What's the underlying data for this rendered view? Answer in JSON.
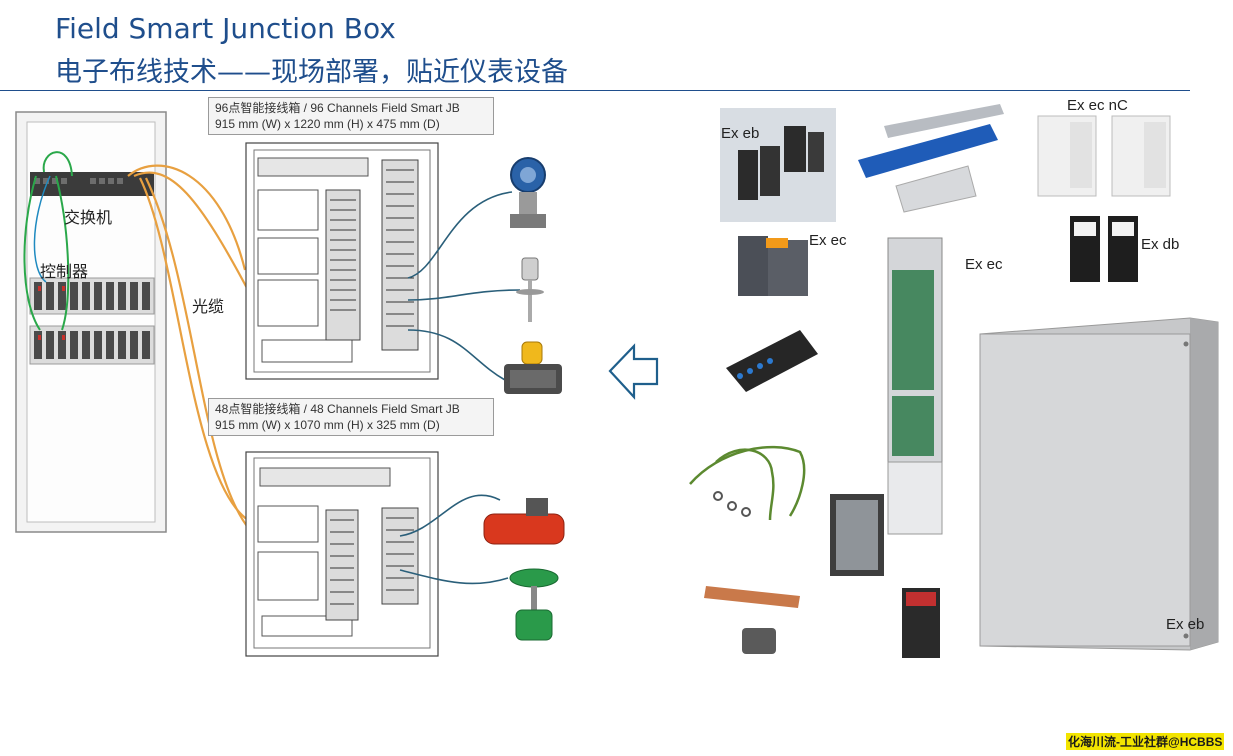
{
  "header": {
    "title_en": "Field Smart Junction Box",
    "title_zh": "电子布线技术——现场部署，贴近仪表设备"
  },
  "cabinet": {
    "switch_label": "交换机",
    "controller_label": "控制器"
  },
  "cable_label": "光缆",
  "jb96": {
    "line1": "96点智能接线箱 / 96 Channels Field Smart JB",
    "line2": "915 mm (W) x 1220 mm (H) x 475 mm (D)"
  },
  "jb48": {
    "line1": "48点智能接线箱 / 48 Channels Field Smart JB",
    "line2": "915 mm (W) x 1070 mm (H) x 325 mm (D)"
  },
  "components": {
    "ex_eb_terminal": "Ex eb",
    "ex_ec_nc": "Ex ec nC",
    "ex_ec_module": "Ex ec",
    "ex_ec_rail": "Ex ec",
    "ex_db": "Ex db",
    "ex_eb_enclosure": "Ex eb"
  },
  "watermark": "化海川流-工业社群@HCBBS",
  "colors": {
    "title": "#1f4e8c",
    "fiber_orange": "#e8a040",
    "fiber_green": "#2aa84a",
    "signal_line": "#2a5f7a",
    "arrow": "#1f5f8c"
  }
}
